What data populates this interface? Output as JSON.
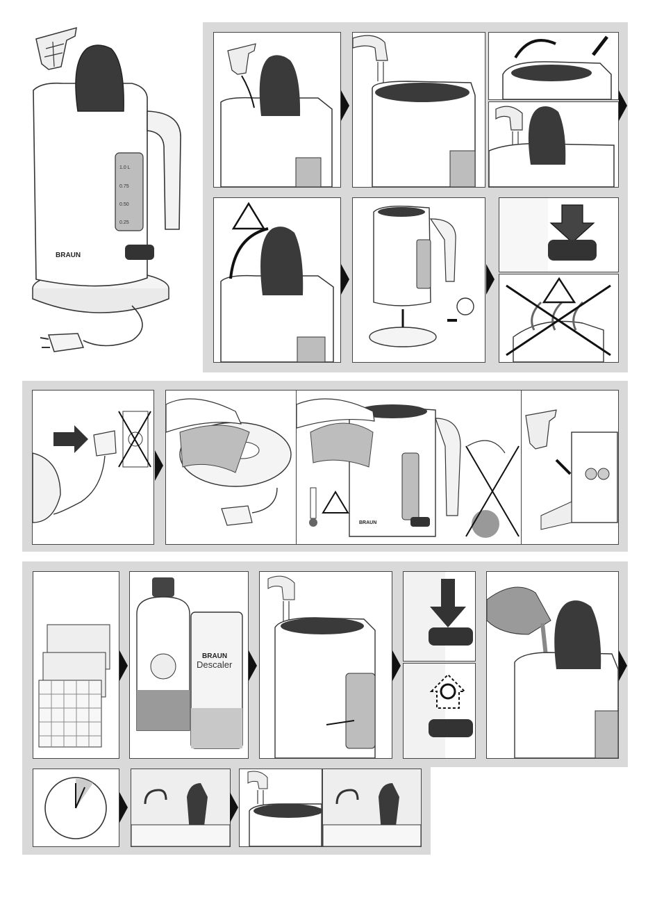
{
  "brand": "BRAUN",
  "scale_labels": [
    "1.0 L",
    "0.75",
    "0.50",
    "0.25"
  ],
  "descaler": {
    "brand": "BRAUN",
    "product": "Descaler"
  },
  "colors": {
    "band": "#d9d9d9",
    "kettle_body": "#ffffff",
    "lid_dark": "#3a3a3a",
    "window": "#bdbdbd",
    "liquid": "#9a9a9a"
  },
  "icons": [
    "filter-icon",
    "warning-triangle-icon",
    "power-switch-icon",
    "plug-icon",
    "socket-icon",
    "thermometer-icon",
    "clock-icon",
    "calendar-icon",
    "dishwasher-icon",
    "tap-icon"
  ]
}
